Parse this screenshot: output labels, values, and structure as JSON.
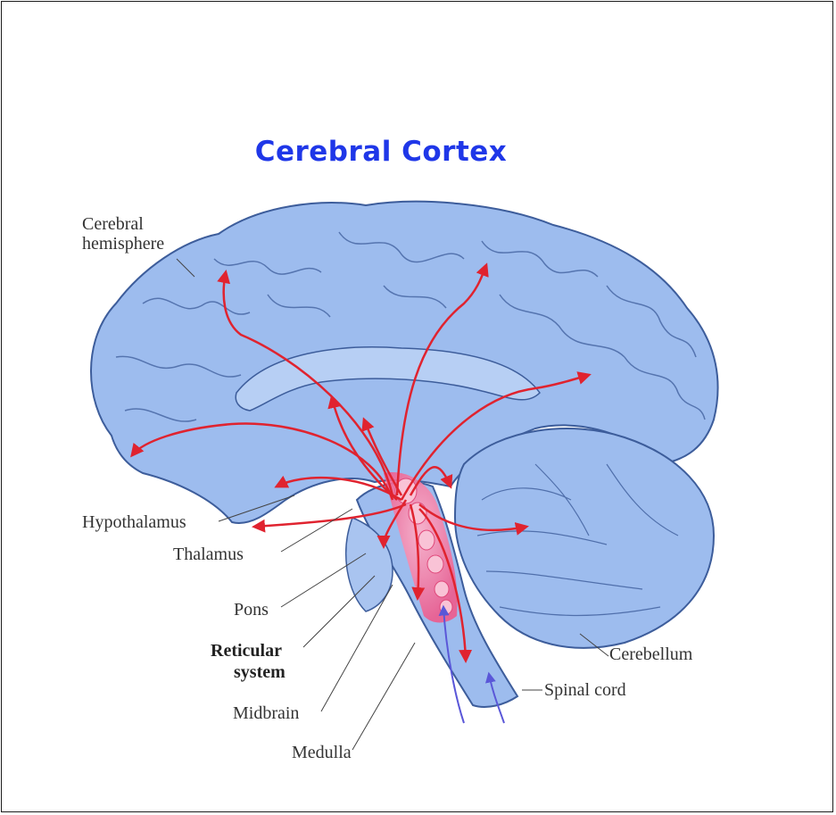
{
  "title": "Cerebral Cortex",
  "labels": {
    "cerebral_hemisphere_1": "Cerebral",
    "cerebral_hemisphere_2": "hemisphere",
    "hypothalamus": "Hypothalamus",
    "thalamus": "Thalamus",
    "pons": "Pons",
    "reticular_system_1": "Reticular",
    "reticular_system_2": "system",
    "midbrain": "Midbrain",
    "medulla": "Medulla",
    "cerebellum": "Cerebellum",
    "spinal_cord": "Spinal cord"
  },
  "colors": {
    "title": "#1f37e8",
    "brain_fill": "#9dbcee",
    "brain_inner": "#b7cff4",
    "brain_outline": "#3d5d9b",
    "arrow": "#e0232f",
    "ascending_arrow": "#5a57d8",
    "reticular_core": "#f06b9a"
  }
}
